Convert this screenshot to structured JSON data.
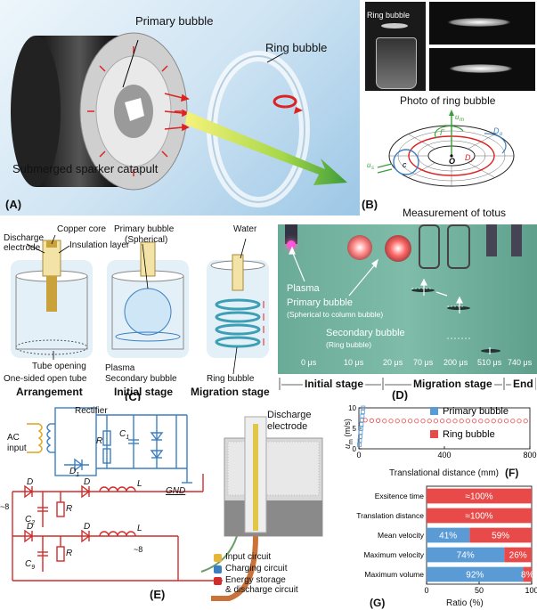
{
  "panelA": {
    "label": "(A)",
    "primary_bubble": "Primary bubble",
    "ring_bubble": "Ring bubble",
    "device": "Submerged sparker catapult"
  },
  "panelB": {
    "label": "(B)",
    "photo_inset_label": "Ring bubble",
    "photo_caption": "Photo of ring bubble",
    "torus_caption": "Measurement of totus",
    "symbols": {
      "gamma": "Γ",
      "um": "u",
      "um_sub": "m",
      "o": "O",
      "di": "D",
      "di_sub": "i",
      "do": "D",
      "do_sub": "o",
      "c": "c",
      "us": "u",
      "us_sub": "s"
    }
  },
  "panelC": {
    "label": "(C)",
    "discharge_electrode": "Discharge\nelectrode",
    "copper_core": "Copper core",
    "insulation_layer": "Insulation layer",
    "primary_bubble": "Primary bubble",
    "spherical": "(Spherical)",
    "water": "Water",
    "tube_opening": "Tube opening",
    "open_tube": "One-sided open tube",
    "plasma": "Plasma",
    "secondary_bubble": "Secondary bubble",
    "ring_bubble": "Ring bubble",
    "stage_arrangement": "Arrangement",
    "stage_initial": "Initial stage",
    "stage_migration": "Migration stage"
  },
  "panelD": {
    "label": "(D)",
    "plasma": "Plasma",
    "primary_bubble": "Primary bubble",
    "primary_sub": "(Spherical to column bubble)",
    "secondary_bubble": "Secondary bubble",
    "secondary_sub": "(Ring bubble)",
    "times": [
      "0 μs",
      "10 μs",
      "20 μs",
      "70 μs",
      "200 μs",
      "510 μs",
      "740 μs"
    ],
    "stage_initial": "Initial stage",
    "stage_migration": "Migration stage",
    "stage_end": "End"
  },
  "panelE": {
    "label": "(E)",
    "ac_input": "AC\ninput",
    "rectifier": "Rectifier",
    "gnd": "GND",
    "discharge_electrode": "Discharge\nelectrode",
    "legend": [
      {
        "label": "Input circuit",
        "color": "#e7b53a"
      },
      {
        "label": "Charging circuit",
        "color": "#3c7fc1"
      },
      {
        "label": "Energy storage\n& discharge circuit",
        "color": "#d22b2b"
      }
    ],
    "symbols": {
      "R": "R",
      "C1": "C",
      "C1_sub": "1",
      "D": "D",
      "L": "L",
      "C2": "C",
      "C2_sub": "2",
      "C9": "C",
      "C9_sub": "9",
      "D1": "D",
      "D1_sub": "1",
      "range": "~8",
      "range2": "~8"
    }
  },
  "panelF": {
    "label": "(F)",
    "ylabel": "u",
    "ylabel_sub": "m",
    "ylabel_unit": " (m/s)",
    "xlabel": "Translational distance (mm)",
    "legend": [
      "Primary bubble",
      "Ring bubble"
    ]
  },
  "panelG": {
    "label": "(G)",
    "xlabel": "Ratio (%)"
  },
  "chart_data": [
    {
      "type": "scatter",
      "panel": "F",
      "xlabel": "Translational distance (mm)",
      "ylabel": "um (m/s)",
      "xlim": [
        0,
        800
      ],
      "ylim": [
        0,
        10
      ],
      "xticks": [
        0,
        400,
        800
      ],
      "yticks": [
        0,
        5,
        10
      ],
      "series": [
        {
          "name": "Primary bubble",
          "color": "#5b9bd5",
          "x": [
            2,
            4,
            6,
            8,
            10,
            12,
            14,
            16,
            18,
            20
          ],
          "y": [
            1,
            2,
            3,
            4,
            5,
            6,
            7,
            8,
            9,
            10
          ]
        },
        {
          "name": "Ring bubble",
          "color": "#e84a4a",
          "x": [
            30,
            60,
            90,
            120,
            150,
            180,
            210,
            240,
            270,
            300,
            330,
            360,
            390,
            420,
            450,
            480,
            510,
            540,
            570,
            600,
            630,
            660,
            690,
            720,
            750,
            780
          ],
          "y": [
            7,
            6.9,
            6.9,
            6.8,
            6.8,
            6.8,
            6.8,
            6.8,
            6.8,
            6.8,
            6.8,
            6.8,
            6.8,
            6.8,
            6.8,
            6.8,
            6.8,
            6.8,
            6.8,
            6.8,
            6.8,
            6.8,
            6.8,
            6.8,
            6.8,
            6.8
          ]
        }
      ]
    },
    {
      "type": "bar",
      "panel": "G",
      "orientation": "horizontal-stacked",
      "xlabel": "Ratio (%)",
      "xlim": [
        0,
        100
      ],
      "xticks": [
        0,
        50,
        100
      ],
      "categories": [
        "Exsitence time",
        "Translation distance",
        "Mean velocity",
        "Maximum velocity",
        "Maximum volume"
      ],
      "series": [
        {
          "name": "Primary bubble",
          "color": "#5b9bd5",
          "values": [
            0,
            0,
            41,
            74,
            92
          ]
        },
        {
          "name": "Ring bubble",
          "color": "#e84a4a",
          "values": [
            100,
            100,
            59,
            26,
            8
          ]
        }
      ],
      "data_labels": [
        [
          "",
          "≈100%"
        ],
        [
          "",
          "≈100%"
        ],
        [
          "41%",
          "59%"
        ],
        [
          "74%",
          "26%"
        ],
        [
          "92%",
          "8%"
        ]
      ]
    }
  ]
}
